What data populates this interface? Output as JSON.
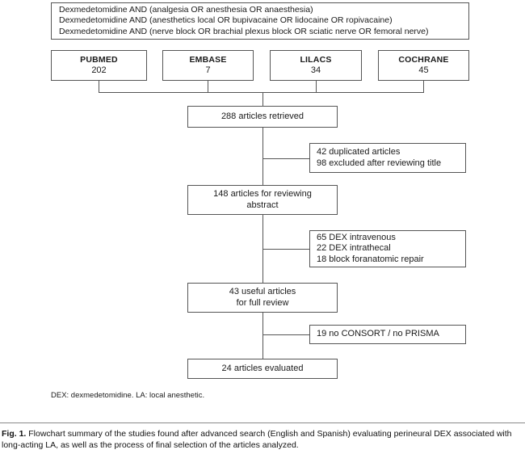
{
  "figure": {
    "query_box": {
      "lines": [
        "Dexmedetomidine AND (analgesia OR anesthesia OR anaesthesia)",
        "Dexmedetomidine AND (anesthetics local OR bupivacaine OR lidocaine OR ropivacaine)",
        "Dexmedetomidine AND (nerve block OR brachial plexus block OR sciatic nerve OR femoral nerve)"
      ]
    },
    "databases": [
      {
        "name": "PUBMED",
        "count": "202"
      },
      {
        "name": "EMBASE",
        "count": "7"
      },
      {
        "name": "LILACS",
        "count": "34"
      },
      {
        "name": "COCHRANE",
        "count": "45"
      }
    ],
    "flow": {
      "retrieved": {
        "lines": [
          "288 articles retrieved"
        ]
      },
      "abstract": {
        "lines": [
          "148 articles for reviewing",
          "abstract"
        ]
      },
      "useful": {
        "lines": [
          "43 useful articles",
          "for full review"
        ]
      },
      "evaluated": {
        "lines": [
          "24 articles evaluated"
        ]
      }
    },
    "exclusions": {
      "step1": {
        "lines": [
          "42 duplicated articles",
          "98 excluded after reviewing title"
        ]
      },
      "step2": {
        "lines": [
          "65 DEX intravenous",
          "22 DEX intrathecal",
          "18 block foranatomic repair"
        ]
      },
      "step3": {
        "lines": [
          "19 no CONSORT / no PRISMA"
        ]
      }
    },
    "footnote": "DEX: dexmedetomidine. LA: local anesthetic.",
    "caption": {
      "label": "Fig. 1.",
      "text": " Flowchart summary of the studies found after advanced search (English and Spanish) evaluating perineural DEX associated with long-acting LA, as well as the process of final selection of the articles analyzed."
    },
    "colors": {
      "box_border": "#555555",
      "line": "#555555",
      "text": "#1a1a1a",
      "background": "#ffffff"
    }
  }
}
